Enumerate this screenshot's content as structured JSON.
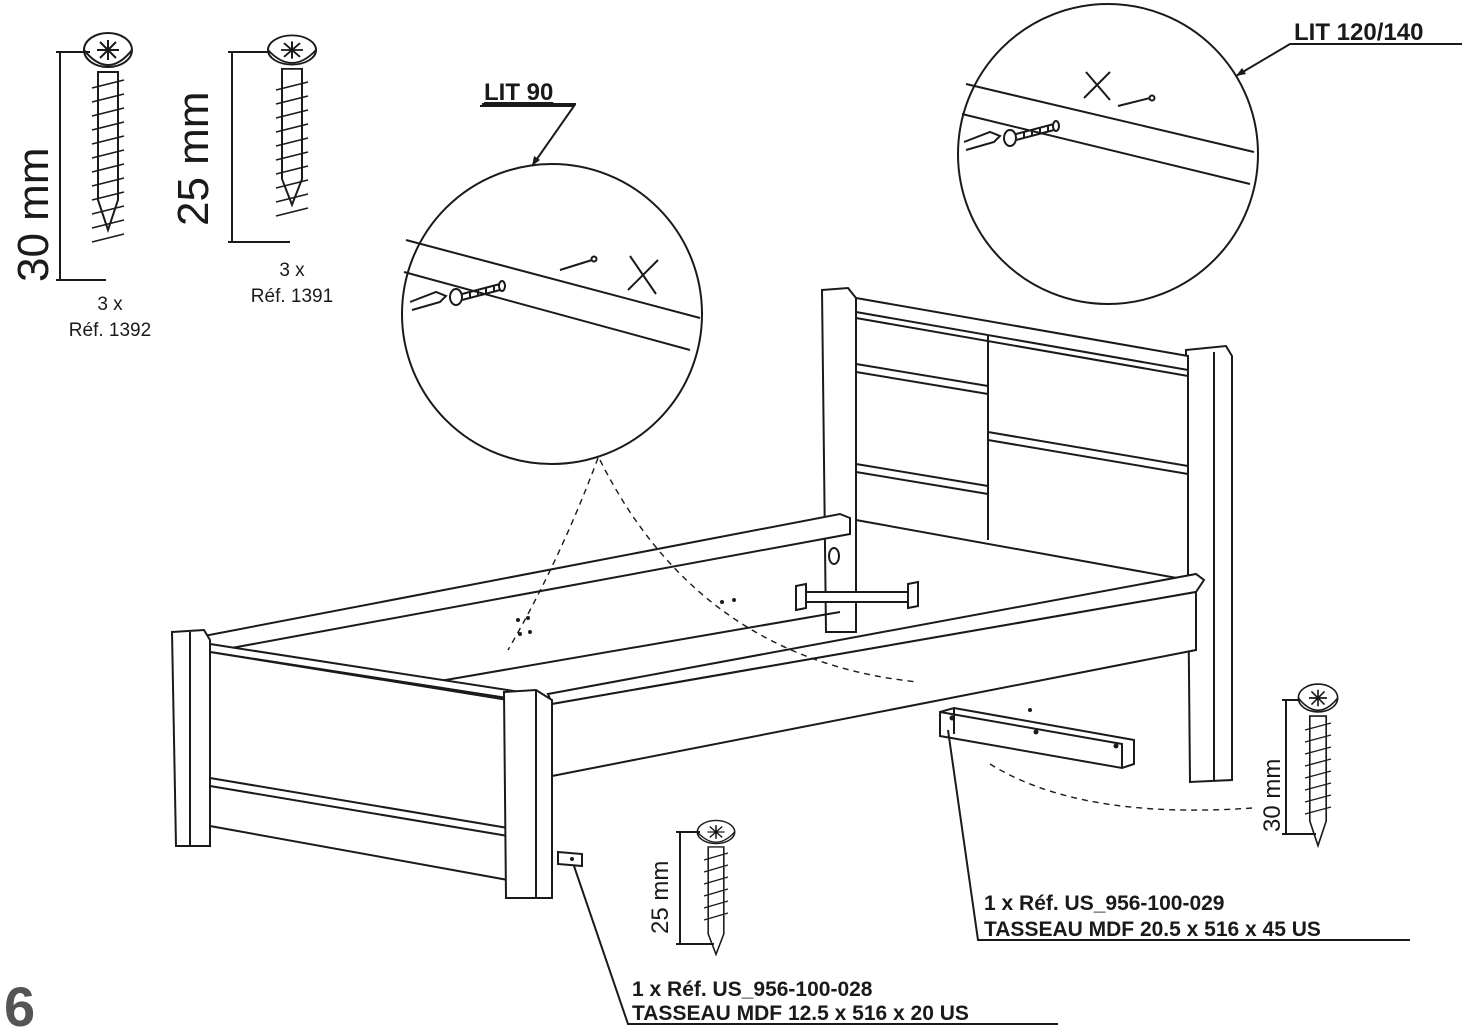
{
  "step_number": "6",
  "screws": {
    "s1392": {
      "length": "30 mm",
      "qty": "3 x",
      "ref": "Réf. 1392"
    },
    "s1391": {
      "length": "25 mm",
      "qty": "3 x",
      "ref": "Réf. 1391"
    },
    "right": {
      "length": "30 mm"
    },
    "bottom": {
      "length": "25 mm"
    }
  },
  "details": {
    "lit90": "LIT 90",
    "lit120": "LIT 120/140"
  },
  "parts": {
    "cleat_large": {
      "ref": "1 x Réf. US_956-100-029",
      "desc": "TASSEAU MDF 20.5 x 516 x 45 US"
    },
    "cleat_small": {
      "ref": "1 x Réf. US_956-100-028",
      "desc": "TASSEAU MDF 12.5 x 516 x 20 US"
    }
  }
}
